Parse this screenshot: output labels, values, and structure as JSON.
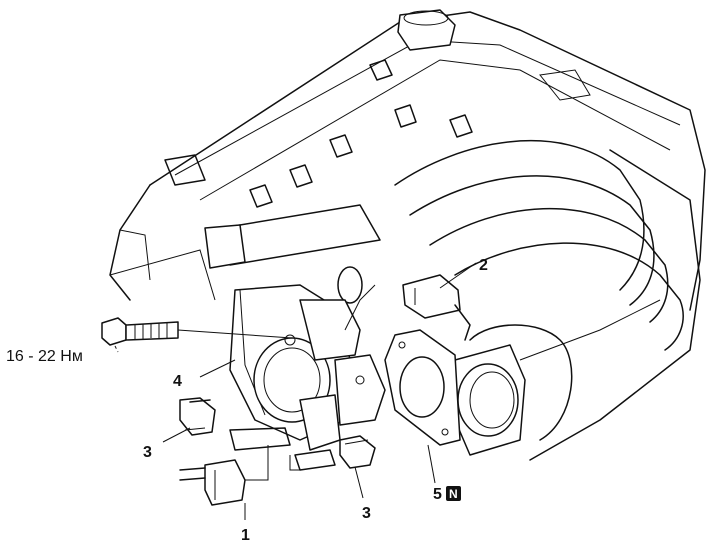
{
  "torque_spec": "16 - 22 Нм",
  "callouts": {
    "c1": "1",
    "c2": "2",
    "c3a": "3",
    "c3b": "3",
    "c4": "4",
    "c5": "5"
  },
  "new_part_badge": "N"
}
